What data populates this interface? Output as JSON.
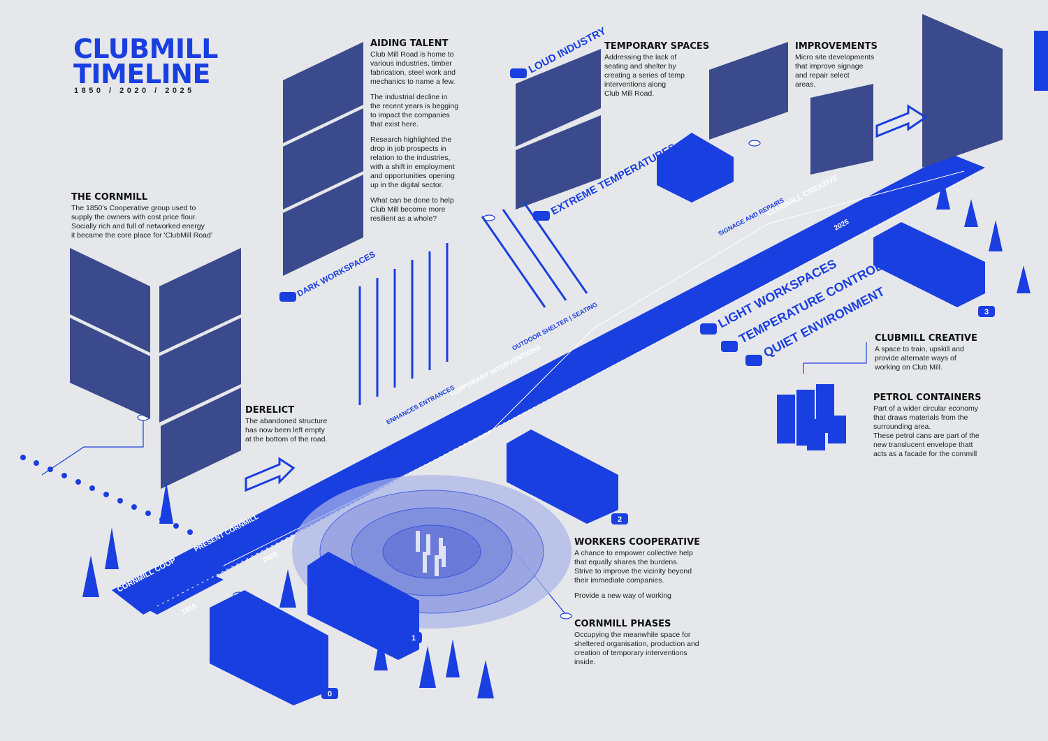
{
  "header": {
    "title_line1": "CLUBMILL",
    "title_line2": "TIMELINE",
    "subtitle": "1850 / 2020 / 2025"
  },
  "blocks": {
    "aiding_talent": {
      "heading": "AIDING TALENT",
      "p1": "Club Mill Road is home to\nvarious industries, timber\nfabrication, steel work and\nmechanics to name a few.",
      "p2": "The industrial decline in\nthe recent years is begging\nto impact the companies\nthat exist here.",
      "p3": "Research highlighted the\ndrop in job prospects in\nrelation to the industries,\nwith a shift in employment\nand opportunities opening\nup in the digital sector.",
      "p4": "What can be done to help\nClub Mill become more\nresilient as a whole?"
    },
    "temporary_spaces": {
      "heading": "TEMPORARY SPACES",
      "body": "Addressing the lack of\nseating and shelter by\ncreating a series of temp\ninterventions along\nClub Mill Road."
    },
    "improvements": {
      "heading": "IMPROVEMENTS",
      "body": "Micro site developments\nthat improve signage\nand repair select\nareas."
    },
    "the_cornmill": {
      "heading": "THE CORNMILL",
      "body": "The 1850's Cooperative group used to\nsupply the owners with cost price flour.\nSocially rich and full of networked energy\nit became the core place for 'ClubMill Road'"
    },
    "derelict": {
      "heading": "DERELICT",
      "body": "The abandoned structure\nhas now been left empty\nat the bottom of the road."
    },
    "clubmill_creative": {
      "heading": "CLUBMILL CREATIVE",
      "body": "A space to train, upskill and\nprovide alternate ways of\nworking on Club Mill."
    },
    "petrol_containers": {
      "heading": "PETROL CONTAINERS",
      "body": "Part of a wider circular economy\nthat draws materials from the\nsurrounding area.\nThese petrol cans are part of the\nnew translucent envelope thatt\nacts as a facade for the cornmill"
    },
    "workers_cooperative": {
      "heading": "WORKERS COOPERATIVE",
      "p1": "A chance to empower collective help\nthat equally shares the burdens.\nStrive to improve the vicinity beyond\ntheir immediate companies.",
      "p2": "Provide a new way of working"
    },
    "cornmill_phases": {
      "heading": "CORNMILL PHASES",
      "body": "Occupying the meanwhile space for\nsheltered organisation, production and\ncreation of temporary interventions\ninside."
    }
  },
  "road_labels": {
    "cornmill_coop": "CORNMILL COOP",
    "present_cornmill": "PRESENT CORNMILL",
    "temporary_interventions": "TEMPORARY INTERVENTIONS",
    "clubmill_creative": "CLUBMILL CREATIVE",
    "enhances_entrances": "ENHANCES ENTRANCES",
    "outdoor_shelter": "OUTDOOR SHELTER | SEATING",
    "signage_repairs": "SIGNAGE AND REPAIRS",
    "year_1850": "1850",
    "year_2020": "2020",
    "year_2025": "2025"
  },
  "problems": {
    "dark_workspaces": "DARK WORKSPACES",
    "loud_industry": "LOUD INDUSTRY",
    "extreme_temperatures": "EXTREME TEMPERATURES"
  },
  "solutions": {
    "light_workspaces": "LIGHT WORKSPACES",
    "temperature_control": "TEMPERATURE CONTROL",
    "quiet_environment": "QUIET ENVIRONMENT"
  },
  "phase_numbers": [
    "0",
    "1",
    "2",
    "3"
  ],
  "colors": {
    "accent": "#1a3fe0",
    "background": "#e6e7ea",
    "photo_tint": "#3b4a8c"
  }
}
